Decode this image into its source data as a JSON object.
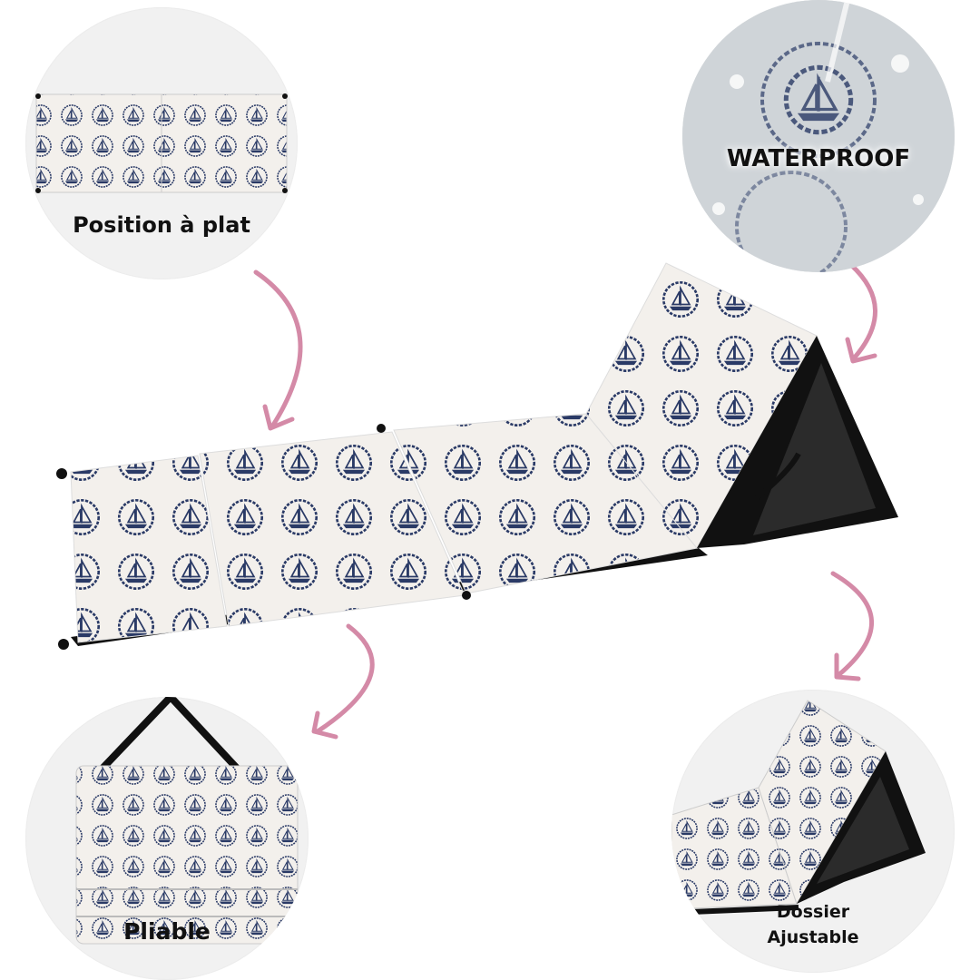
{
  "features": {
    "flat": {
      "label": "Position à plat"
    },
    "waterproof": {
      "label": "WATERPROOF"
    },
    "foldable": {
      "label": "Pliable"
    },
    "backrest": {
      "line1": "Dossier",
      "line2": "Ajustable"
    }
  },
  "colors": {
    "fabric": "#f3f0ec",
    "motif": "#2a3a66",
    "frame": "#111111",
    "arrow": "#d48aa7",
    "circle_bg": "#f1f1f1"
  },
  "icons": [
    "sailboat-motif",
    "curved-arrow"
  ]
}
